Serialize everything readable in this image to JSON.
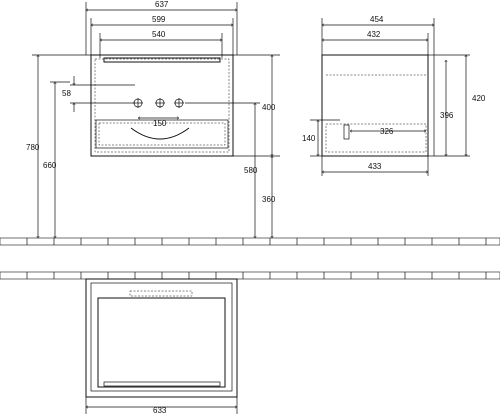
{
  "drawing": {
    "front_view": {
      "overall_width": "637",
      "carcass_width": "599",
      "handle_width": "540",
      "top_offset": "58",
      "tap_spacing": "150",
      "unit_height_from_floor": "780",
      "mid_height_from_floor": "660",
      "unit_height": "400",
      "unit_bottom_from_floor": "580",
      "floor_to_bottom_lower": "360"
    },
    "side_view": {
      "overall_depth": "454",
      "carcass_depth": "432",
      "front_height": "420",
      "inner_height": "396",
      "siphon_height": "140",
      "siphon_depth": "326",
      "bottom_depth": "433"
    },
    "plan_view": {
      "width": "633"
    }
  }
}
